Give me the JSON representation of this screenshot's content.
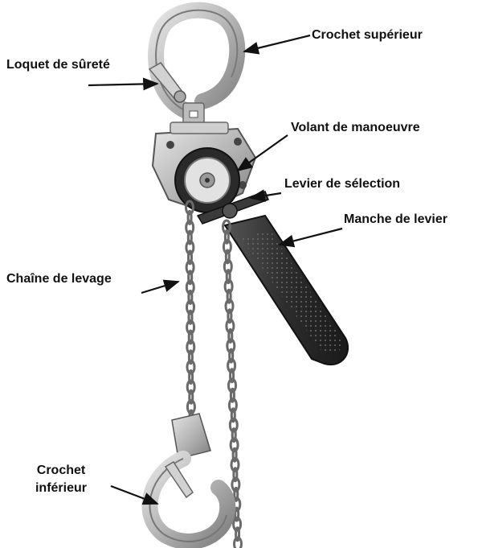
{
  "labels": {
    "upper_hook": "Crochet supérieur",
    "safety_latch": "Loquet de sûreté",
    "handwheel": "Volant de manoeuvre",
    "selector_lever": "Levier de sélection",
    "lever_handle": "Manche de levier",
    "lift_chain": "Chaîne de levage",
    "lower_hook_line1": "Crochet",
    "lower_hook_line2": "inférieur"
  },
  "colors": {
    "hook": "#c8c8c8",
    "hook_dark": "#8a8a8a",
    "body": "#b9b9b9",
    "handle": "#3a3a3a",
    "chain": "#6a6a6a",
    "arrow": "#111111"
  }
}
